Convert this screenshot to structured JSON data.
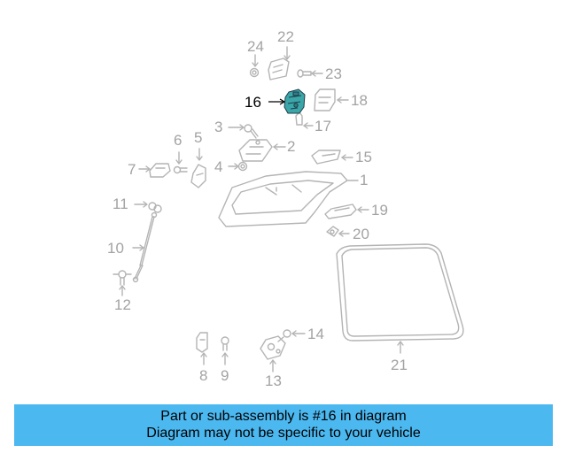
{
  "colors": {
    "line": "#b4b4b4",
    "highlight": "#3aa6a8",
    "banner": "#4cb8f0",
    "highlight_label": "#000000"
  },
  "labels": {
    "p1": "1",
    "p2": "2",
    "p3": "3",
    "p4": "4",
    "p5": "5",
    "p6": "6",
    "p7": "7",
    "p8": "8",
    "p9": "9",
    "p10": "10",
    "p11": "11",
    "p12": "12",
    "p13": "13",
    "p14": "14",
    "p15": "15",
    "p16": "16",
    "p17": "17",
    "p18": "18",
    "p19": "19",
    "p20": "20",
    "p21": "21",
    "p22": "22",
    "p23": "23",
    "p24": "24"
  },
  "highlighted_part": "16",
  "banner": {
    "line1": "Part or sub-assembly is #16 in diagram",
    "line2": "Diagram may not be specific to your vehicle"
  }
}
